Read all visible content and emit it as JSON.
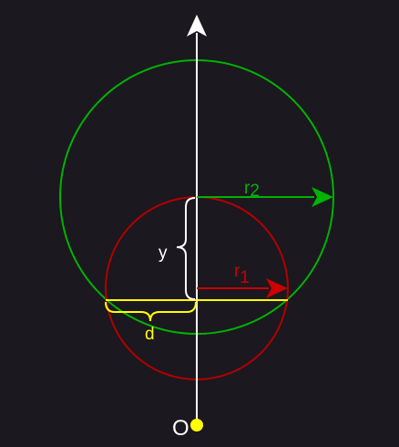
{
  "background": "#1b181f",
  "colors": {
    "axis": "#ffffff",
    "circle_outer": "#00b300",
    "circle_inner": "#b30000",
    "chord": "#ffff00",
    "origin_point": "#ffff00",
    "brace_y": "#ffffff",
    "brace_d": "#ffff00"
  },
  "labels": {
    "r2_main": "r",
    "r2_sub": "2",
    "r1_main": "r",
    "r1_sub": "1",
    "y": "y",
    "d": "d",
    "origin": "O"
  }
}
